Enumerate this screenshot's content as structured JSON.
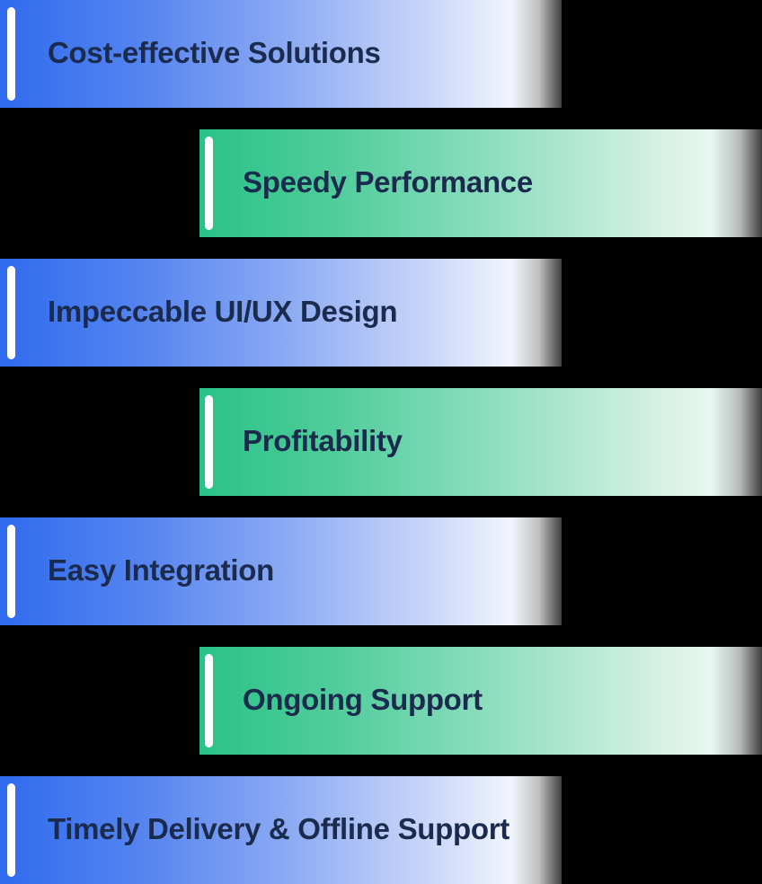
{
  "features": [
    {
      "label": "Cost-effective Solutions",
      "variant": "blue"
    },
    {
      "label": "Speedy Performance",
      "variant": "green"
    },
    {
      "label": "Impeccable UI/UX Design",
      "variant": "blue"
    },
    {
      "label": "Profitability",
      "variant": "green"
    },
    {
      "label": "Easy Integration",
      "variant": "blue"
    },
    {
      "label": "Ongoing Support",
      "variant": "green"
    },
    {
      "label": "Timely Delivery & Offline Support",
      "variant": "blue"
    }
  ],
  "colors": {
    "blue_gradient_start": "#2f6bee",
    "green_gradient_start": "#29c287",
    "label_text": "#1b2b4d",
    "accent_bar": "#ffffff",
    "background": "#000000"
  }
}
